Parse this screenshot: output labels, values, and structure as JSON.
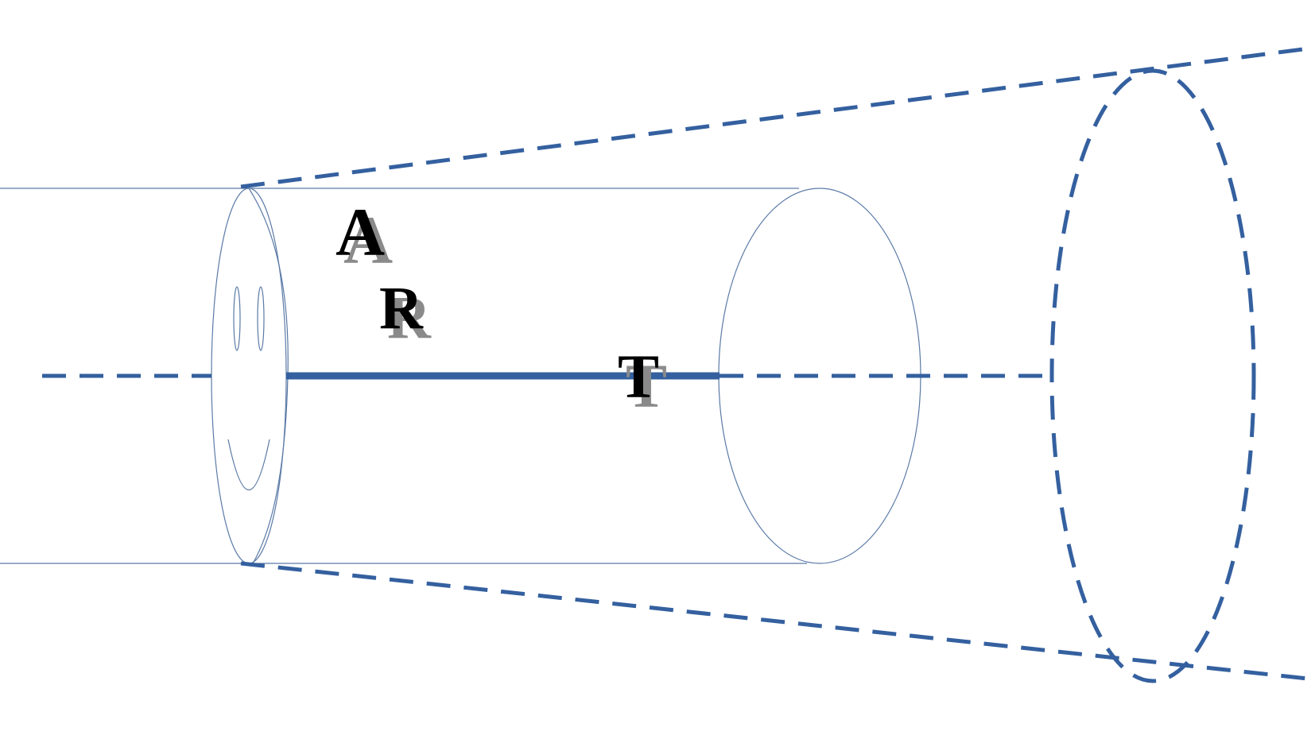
{
  "colors": {
    "outline": "#5a7aa6",
    "dashed": "#34609f",
    "letter": "#000000",
    "letter_shadow": "#8a8a8a"
  },
  "icons": {
    "face": "smiley-face-icon"
  },
  "letters": {
    "a": "A",
    "r": "R",
    "t": "T"
  }
}
